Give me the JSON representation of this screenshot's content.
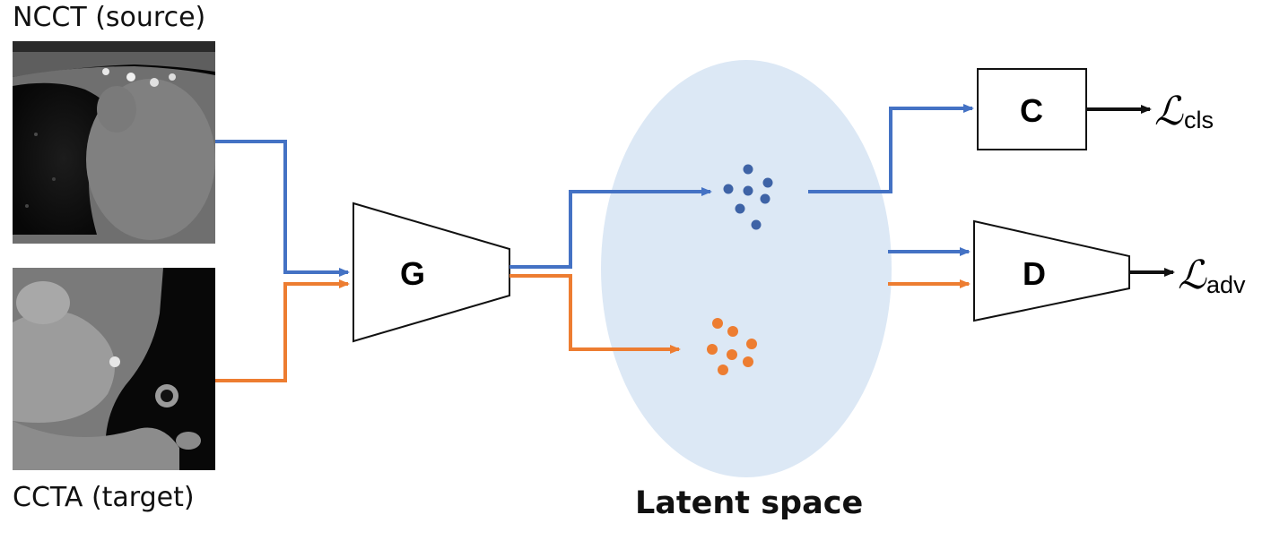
{
  "labels": {
    "source": "NCCT (source)",
    "target": "CCTA (target)",
    "latent_space": "Latent space",
    "generator": "G",
    "classifier": "C",
    "discriminator": "D",
    "loss_cls_symbol": "ℒ",
    "loss_cls_sub": "cls",
    "loss_adv_symbol": "ℒ",
    "loss_adv_sub": "adv"
  },
  "colors": {
    "source_flow": "#4472c4",
    "target_flow": "#ed7d31",
    "latent_fill": "#dce8f5",
    "source_dot": "#3e63a6",
    "target_dot": "#ed7d31"
  },
  "images": {
    "source": "ncct-slice-image",
    "target": "ccta-slice-image"
  }
}
